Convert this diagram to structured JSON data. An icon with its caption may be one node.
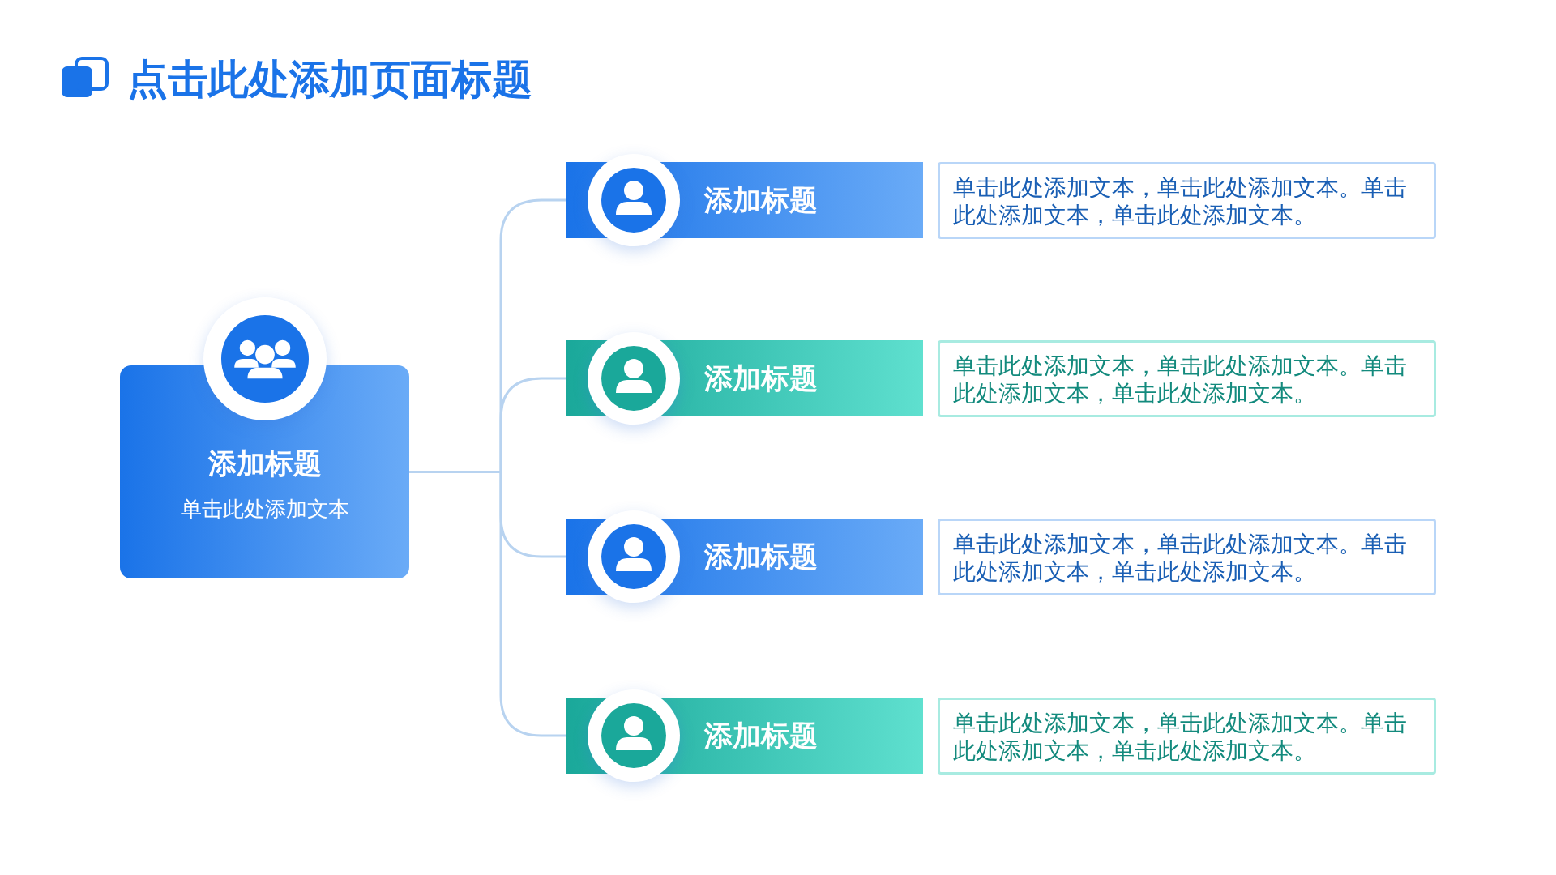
{
  "diagram": {
    "title": "点击此处添加页面标题",
    "nodes": [
      {
        "text": [
          "添加标题",
          "单击此处添加文本"
        ]
      },
      {
        "text": [
          "添加标题"
        ]
      },
      {
        "text": [
          "单击此处添加文本，单击此处添加文本。单击此处添加文本，单击此处添加文本。"
        ]
      },
      {
        "text": [
          "添加标题"
        ]
      },
      {
        "text": [
          "单击此处添加文本，单击此处添加文本。单击此处添加文本，单击此处添加文本。"
        ]
      },
      {
        "text": [
          "添加标题"
        ]
      },
      {
        "text": [
          "单击此处添加文本，单击此处添加文本。单击此处添加文本，单击此处添加文本。"
        ]
      },
      {
        "text": [
          "添加标题"
        ]
      },
      {
        "text": [
          "单击此处添加文本，单击此处添加文本。单击此处添加文本，单击此处添加文本。"
        ]
      }
    ],
    "edges": [
      {
        "from": 0,
        "to": 1,
        "arrow": "none"
      },
      {
        "from": 0,
        "to": 3,
        "arrow": "none"
      },
      {
        "from": 0,
        "to": 5,
        "arrow": "none"
      },
      {
        "from": 0,
        "to": 7,
        "arrow": "none"
      }
    ]
  }
}
